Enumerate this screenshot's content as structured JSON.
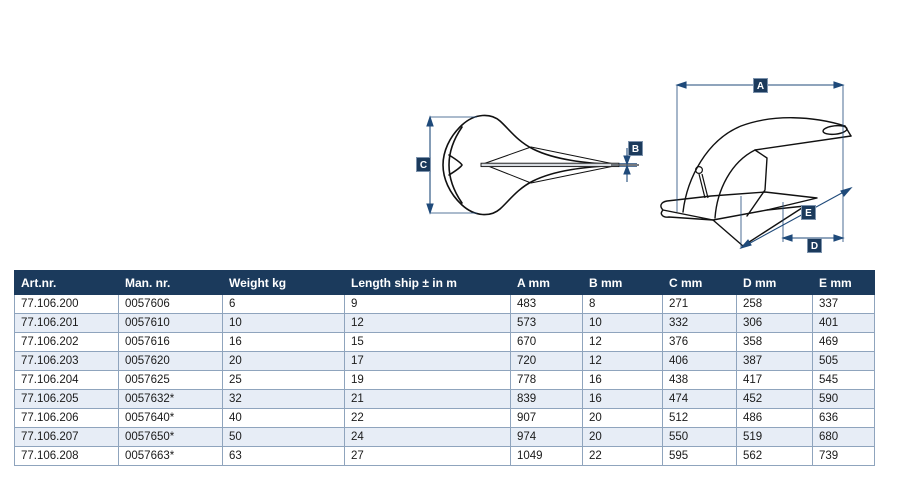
{
  "figures": {
    "plan_view": {
      "name": "anchor-plan-view",
      "dimension_labels": [
        "C",
        "B"
      ],
      "description": "Top plan view of delta anchor showing width C and shank thickness B"
    },
    "side_view": {
      "name": "anchor-side-view",
      "dimension_labels": [
        "A",
        "D",
        "E"
      ],
      "description": "Side profile view of delta anchor showing overall length A, base D and diagonal E"
    }
  },
  "table": {
    "columns": [
      {
        "key": "art_nr",
        "label": "Art.nr."
      },
      {
        "key": "man_nr",
        "label": "Man. nr."
      },
      {
        "key": "weight",
        "label": "Weight kg"
      },
      {
        "key": "length",
        "label": "Length ship ± in m"
      },
      {
        "key": "a_mm",
        "label": "A mm"
      },
      {
        "key": "b_mm",
        "label": "B mm"
      },
      {
        "key": "c_mm",
        "label": "C mm"
      },
      {
        "key": "d_mm",
        "label": "D mm"
      },
      {
        "key": "e_mm",
        "label": "E mm"
      }
    ],
    "rows": [
      {
        "art_nr": "77.106.200",
        "man_nr": "0057606",
        "weight": "6",
        "length": "9",
        "a_mm": "483",
        "b_mm": "8",
        "c_mm": "271",
        "d_mm": "258",
        "e_mm": "337"
      },
      {
        "art_nr": "77.106.201",
        "man_nr": "0057610",
        "weight": "10",
        "length": "12",
        "a_mm": "573",
        "b_mm": "10",
        "c_mm": "332",
        "d_mm": "306",
        "e_mm": "401"
      },
      {
        "art_nr": "77.106.202",
        "man_nr": "0057616",
        "weight": "16",
        "length": "15",
        "a_mm": "670",
        "b_mm": "12",
        "c_mm": "376",
        "d_mm": "358",
        "e_mm": "469"
      },
      {
        "art_nr": "77.106.203",
        "man_nr": "0057620",
        "weight": "20",
        "length": "17",
        "a_mm": "720",
        "b_mm": "12",
        "c_mm": "406",
        "d_mm": "387",
        "e_mm": "505"
      },
      {
        "art_nr": "77.106.204",
        "man_nr": "0057625",
        "weight": "25",
        "length": "19",
        "a_mm": "778",
        "b_mm": "16",
        "c_mm": "438",
        "d_mm": "417",
        "e_mm": "545"
      },
      {
        "art_nr": "77.106.205",
        "man_nr": "0057632*",
        "weight": "32",
        "length": "21",
        "a_mm": "839",
        "b_mm": "16",
        "c_mm": "474",
        "d_mm": "452",
        "e_mm": "590"
      },
      {
        "art_nr": "77.106.206",
        "man_nr": "0057640*",
        "weight": "40",
        "length": "22",
        "a_mm": "907",
        "b_mm": "20",
        "c_mm": "512",
        "d_mm": "486",
        "e_mm": "636"
      },
      {
        "art_nr": "77.106.207",
        "man_nr": "0057650*",
        "weight": "50",
        "length": "24",
        "a_mm": "974",
        "b_mm": "20",
        "c_mm": "550",
        "d_mm": "519",
        "e_mm": "680"
      },
      {
        "art_nr": "77.106.208",
        "man_nr": "0057663*",
        "weight": "63",
        "length": "27",
        "a_mm": "1049",
        "b_mm": "22",
        "c_mm": "595",
        "d_mm": "562",
        "e_mm": "739"
      }
    ]
  },
  "colors": {
    "header_bg": "#1b3a5c",
    "header_text": "#ffffff",
    "row_stripe": "#e7edf6",
    "row_plain": "#ffffff",
    "grid_line": "#8fa4bd",
    "dimension_line": "#1f4a7a",
    "drawing_outline": "#111111"
  }
}
